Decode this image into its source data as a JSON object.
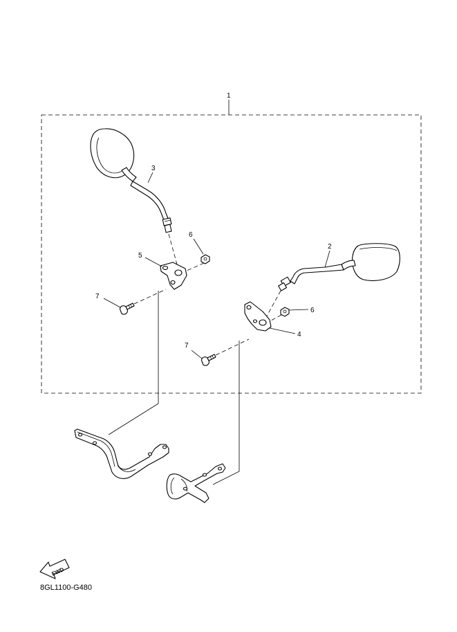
{
  "diagram": {
    "callouts": {
      "assembly": "1",
      "mirror_right": "2",
      "mirror_left": "3",
      "bracket_right": "4",
      "bracket_left": "5",
      "nut_left": "6",
      "nut_right": "6",
      "bolt_left": "7",
      "bolt_right": "7"
    },
    "fwd_label": "FWD",
    "drawing_code": "8GL1100-G480"
  }
}
